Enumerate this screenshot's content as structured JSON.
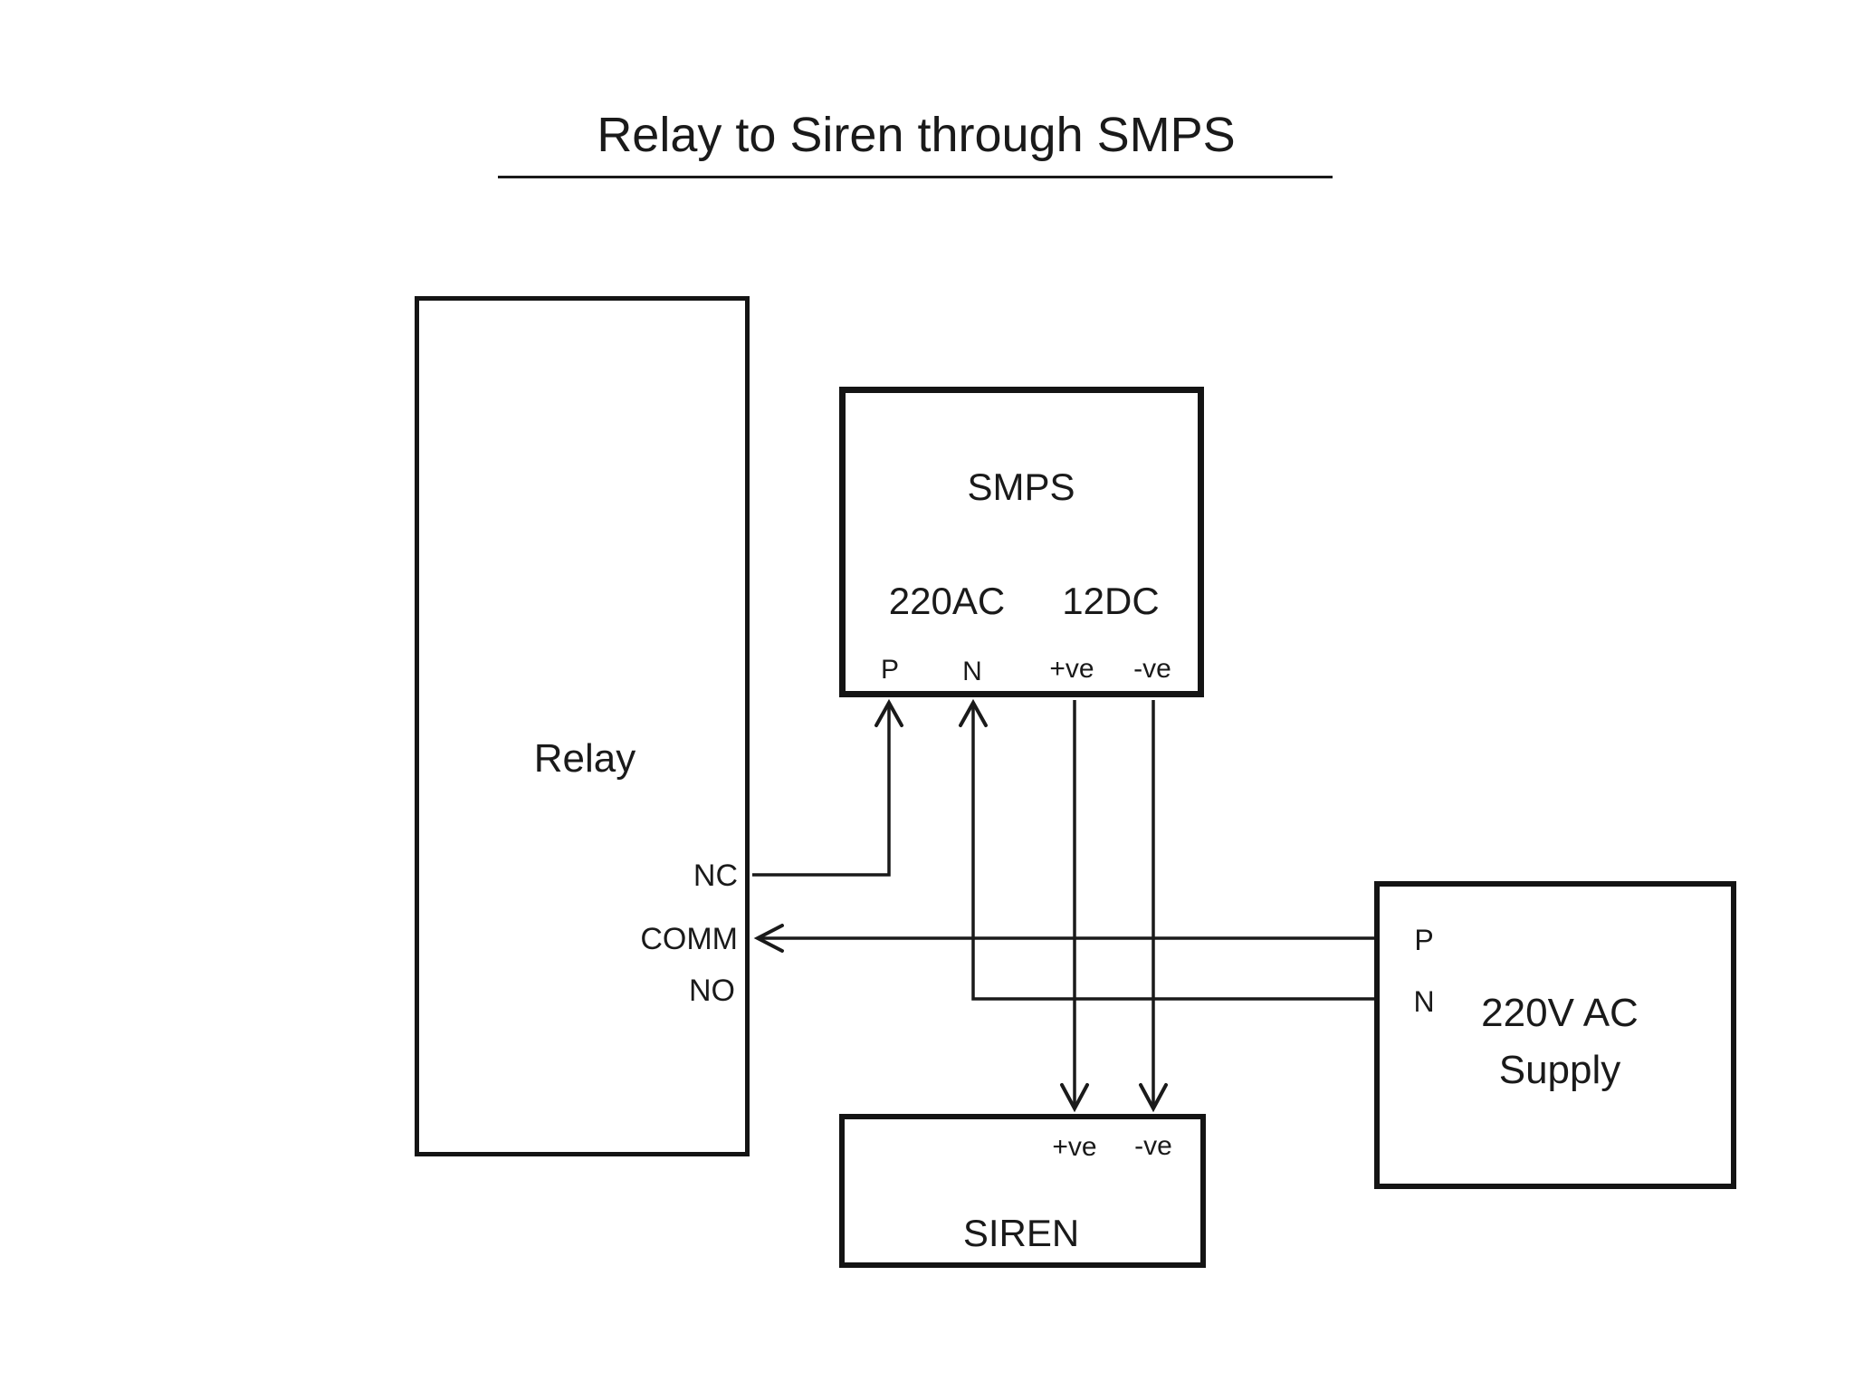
{
  "title": {
    "text": "Relay to Siren through SMPS"
  },
  "boxes": {
    "relay": {
      "label": "Relay",
      "terminals": {
        "nc": "NC",
        "comm": "COMM",
        "no": "NO"
      }
    },
    "smps": {
      "label": "SMPS",
      "input_group": "220AC",
      "output_group": "12DC",
      "terminals": {
        "p": "P",
        "n": "N",
        "pos": "+ve",
        "neg": "-ve"
      }
    },
    "siren": {
      "label": "SIREN",
      "terminals": {
        "pos": "+ve",
        "neg": "-ve"
      }
    },
    "supply": {
      "label_line1": "220V AC",
      "label_line2": "Supply",
      "terminals": {
        "p": "P",
        "n": "N"
      }
    }
  },
  "connections": [
    {
      "from": "Relay NC",
      "to": "SMPS 220AC P",
      "arrow": "into SMPS P"
    },
    {
      "from": "220V AC Supply P",
      "to": "Relay COMM",
      "arrow": "into Relay COMM"
    },
    {
      "from": "220V AC Supply N",
      "to": "SMPS 220AC N",
      "arrow": "into SMPS N"
    },
    {
      "from": "SMPS 12DC +ve",
      "to": "SIREN +ve",
      "arrow": "into SIREN +ve"
    },
    {
      "from": "SMPS 12DC -ve",
      "to": "SIREN -ve",
      "arrow": "into SIREN -ve"
    }
  ],
  "colors": {
    "ink": "#1a1a1a",
    "background": "#ffffff"
  }
}
